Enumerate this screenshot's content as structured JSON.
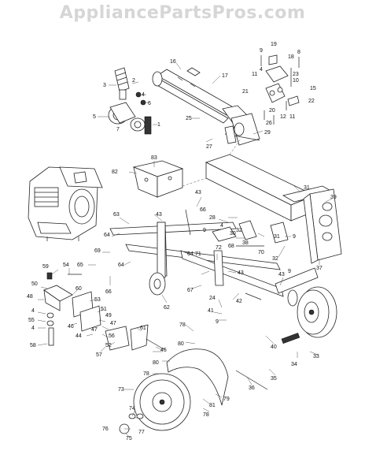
{
  "watermark": "AppliancePartsPros.com",
  "labels": {
    "p1": "1",
    "p2": "2",
    "p3": "3",
    "p4a": "4",
    "p4b": "4",
    "p4c": "4",
    "p4d": "4",
    "p5": "5",
    "p6": "6",
    "p7": "7",
    "p8": "8",
    "p9a": "9",
    "p9b": "9",
    "p9c": "9",
    "p9d": "9",
    "p10": "10",
    "p11a": "11",
    "p11b": "11",
    "p12": "12",
    "p15": "15",
    "p16": "16",
    "p17": "17",
    "p18": "18",
    "p19": "19",
    "p20": "20",
    "p21": "21",
    "p22": "22",
    "p23": "23",
    "p24": "24",
    "p25": "25",
    "p26": "26",
    "p27": "27",
    "p28": "28",
    "p29": "29",
    "p30": "30",
    "p31": "31",
    "p32a": "32",
    "p32b": "32",
    "p33": "33",
    "p34": "34",
    "p35": "35",
    "p36": "36",
    "p37": "37",
    "p38": "38",
    "p39": "39",
    "p40": "40",
    "p41": "41",
    "p42": "42",
    "p43a": "43",
    "p43b": "43",
    "p43c": "43",
    "p43d": "43",
    "p44": "44",
    "p45": "45",
    "p46": "46",
    "p47a": "47",
    "p47b": "47",
    "p48": "48",
    "p49": "49",
    "p50": "50",
    "p51": "51",
    "p52": "52",
    "p53": "53",
    "p54": "54",
    "p55": "55",
    "p56": "56",
    "p57": "57",
    "p58": "58",
    "p59": "59",
    "p60": "60",
    "p61": "61",
    "p62": "62",
    "p63": "63",
    "p64a": "64",
    "p64b": "64",
    "p64c": "64",
    "p65": "65",
    "p66a": "66",
    "p66b": "66",
    "p67": "67",
    "p68": "68",
    "p69": "69",
    "p70": "70",
    "p71": "71",
    "p72": "72",
    "p73": "73",
    "p74": "74",
    "p75": "75",
    "p76": "76",
    "p77": "77",
    "p78a": "78",
    "p78b": "78",
    "p78c": "78",
    "p79": "79",
    "p80a": "80",
    "p80b": "80",
    "p81": "81",
    "p82": "82",
    "p83": "83"
  }
}
